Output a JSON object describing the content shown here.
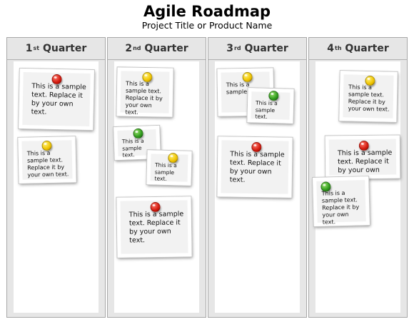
{
  "header": {
    "title": "Agile Roadmap",
    "subtitle": "Project Title or Product Name"
  },
  "columns": [
    {
      "ordinal": "1",
      "suffix": "st",
      "label": "Quarter"
    },
    {
      "ordinal": "2",
      "suffix": "nd",
      "label": "Quarter"
    },
    {
      "ordinal": "3",
      "suffix": "rd",
      "label": "Quarter"
    },
    {
      "ordinal": "4",
      "suffix": "th",
      "label": "Quarter"
    }
  ],
  "notes": {
    "q1_a": {
      "text": "This is a sample text. Replace it by your own text.",
      "pin": "red"
    },
    "q1_b": {
      "text": "This is a sample text. Replace it by your own text.",
      "pin": "yellow"
    },
    "q2_a": {
      "text": "This is a sample text. Replace it by your own text.",
      "pin": "yellow"
    },
    "q2_b": {
      "text": "This is a sample text.",
      "pin": "green"
    },
    "q2_c": {
      "text": "This is a sample text.",
      "pin": "yellow"
    },
    "q2_d": {
      "text": "This is a sample text. Replace it by your own text.",
      "pin": "red"
    },
    "q3_a": {
      "text": "This is a sample text.",
      "pin": "yellow"
    },
    "q3_b": {
      "text": "This is a sample text.",
      "pin": "green"
    },
    "q3_c": {
      "text": "This is a sample text. Replace it by your own text.",
      "pin": "red"
    },
    "q4_a": {
      "text": "This is a sample text. Replace it by your own text.",
      "pin": "yellow"
    },
    "q4_b": {
      "text": "This is a sample text. Replace it by your own",
      "pin": "red"
    },
    "q4_c": {
      "text": "This is a sample text. Replace it by your own text.",
      "pin": "green"
    }
  },
  "colors": {
    "pin_red": "#d41a0e",
    "pin_yellow": "#f0c400",
    "pin_green": "#2f9b1c",
    "column_bg": "#e6e6e6",
    "note_bg": "#f2f2f2"
  }
}
